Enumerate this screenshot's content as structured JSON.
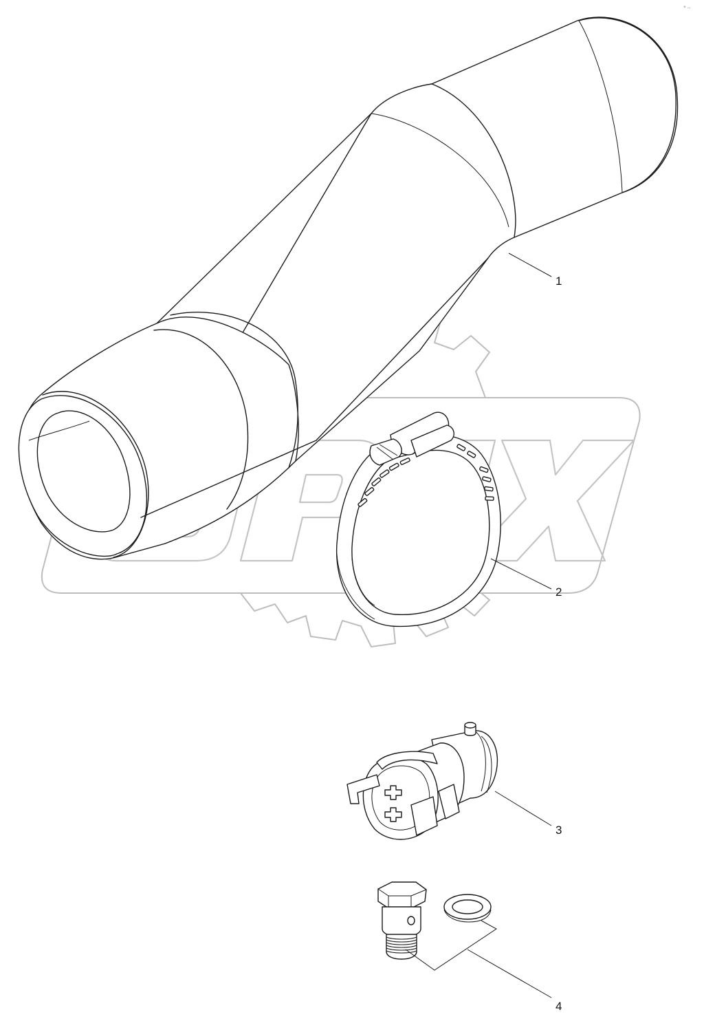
{
  "corner_mark": "° ·-",
  "watermark": {
    "text": "OPEX",
    "color": "#c4c4c4"
  },
  "callouts": [
    {
      "id": "1",
      "label": "1",
      "part": "hose"
    },
    {
      "id": "2",
      "label": "2",
      "part": "hose-clamp"
    },
    {
      "id": "3",
      "label": "3",
      "part": "connector"
    },
    {
      "id": "4",
      "label": "4",
      "part": "banjo-bolt-and-washer"
    }
  ],
  "colors": {
    "line": "#1a1a1a",
    "background": "#ffffff",
    "watermark": "#c4c4c4"
  }
}
